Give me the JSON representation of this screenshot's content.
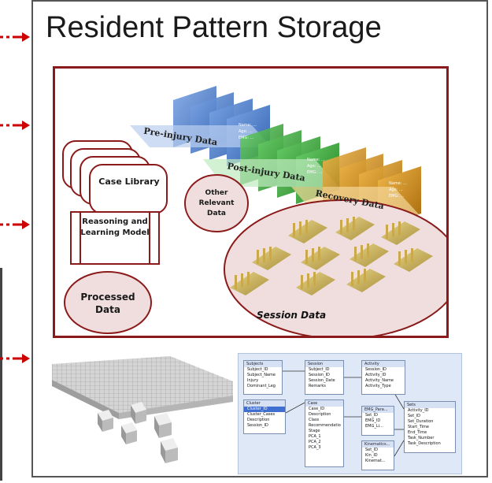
{
  "title": "Resident Pattern Storage",
  "panel": {
    "bands": {
      "preinjury": "Pre-injury Data",
      "postinjury": "Post-injury Data",
      "recovery": "Recovery Data"
    },
    "card_text": [
      "Name: ...",
      "Age: ...",
      "EMG: ..."
    ],
    "case_library": "Case Library",
    "reasoning": "Reasoning and Learning Model",
    "other": "Other Relevant Data",
    "processed": "Processed Data",
    "session": "Session Data"
  },
  "colors": {
    "panel_border": "#8b1a1a",
    "arrow": "#cc0000",
    "blue": "#4f7fc9",
    "green": "#2f9a2f",
    "orange": "#c8860a",
    "ellipse_fill": "#f0dede"
  },
  "erd": {
    "tables": [
      {
        "name": "Subjects",
        "fields": [
          "Subject_ID",
          "Subject_Name",
          "Injury",
          "Dominant_Leg"
        ]
      },
      {
        "name": "Session",
        "fields": [
          "Subject_ID",
          "Session_ID",
          "Session_Date",
          "Remarks"
        ]
      },
      {
        "name": "Activity",
        "fields": [
          "Session_ID",
          "Activity_ID",
          "Activity_Name",
          "Activity_Type"
        ]
      },
      {
        "name": "Cluster",
        "fields": [
          "Cluster_ID",
          "Cluster_Cases",
          "Description",
          "Session_ID"
        ]
      },
      {
        "name": "Case",
        "fields": [
          "Case_ID",
          "Description",
          "Class",
          "Recommendatio",
          "Stage",
          "PCA_1",
          "PCA_2",
          "PCA_3"
        ]
      },
      {
        "name": "EMG_Para...",
        "fields": [
          "Set_ID",
          "EMG_ID",
          "EMG_Li..."
        ]
      },
      {
        "name": "Sets",
        "fields": [
          "Activity_ID",
          "Set_ID",
          "Set_Duration",
          "Start_Time",
          "End_Time",
          "Task_Number",
          "Task_Description"
        ]
      },
      {
        "name": "Kinematics...",
        "fields": [
          "Set_ID",
          "Kin_ID",
          "Kinemat..."
        ]
      }
    ]
  }
}
